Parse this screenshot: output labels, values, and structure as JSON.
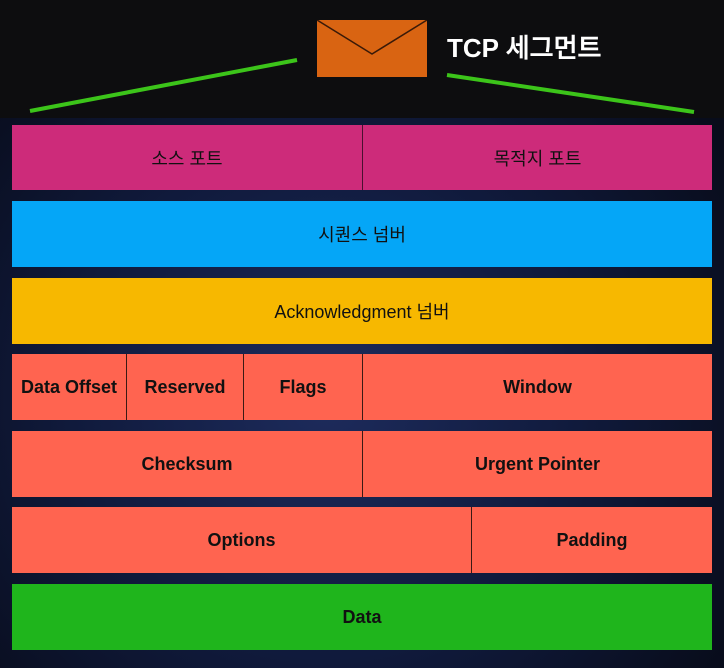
{
  "header": {
    "title": "TCP 세그먼트",
    "icon": "envelope-icon"
  },
  "colors": {
    "port": "#cd2b7a",
    "sequence": "#05a6f7",
    "ack": "#f7b800",
    "control": "#ff6450",
    "data": "#1fb51c",
    "envelope": "#d96412",
    "connector": "#3cc41a"
  },
  "fields": {
    "source_port": "소스 포트",
    "dest_port": "목적지 포트",
    "sequence_number": "시퀀스 넘버",
    "ack_number": "Acknowledgment 넘버",
    "data_offset": "Data Offset",
    "reserved": "Reserved",
    "flags": "Flags",
    "window": "Window",
    "checksum": "Checksum",
    "urgent_pointer": "Urgent Pointer",
    "options": "Options",
    "padding": "Padding",
    "data": "Data"
  }
}
